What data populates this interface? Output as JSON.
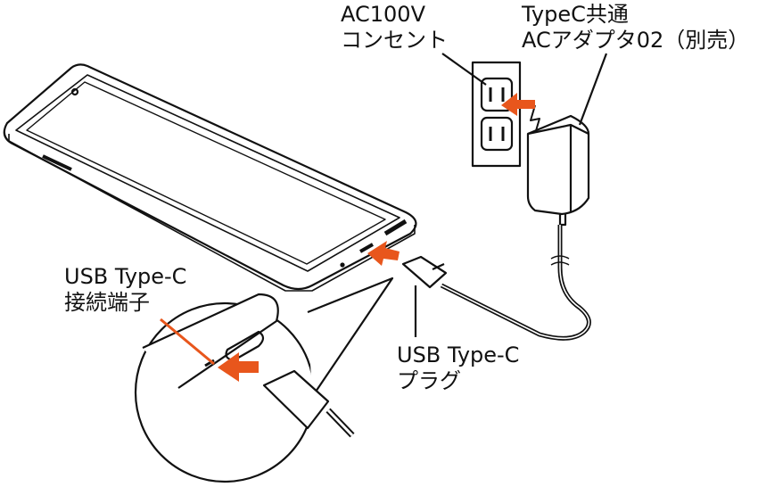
{
  "labels": {
    "outlet_line1": "AC100V",
    "outlet_line2": "コンセント",
    "adapter_line1": "TypeC共通",
    "adapter_line2": "ACアダプタ02（別売）",
    "port_line1": "USB Type-C",
    "port_line2": "接続端子",
    "plug_line1": "USB Type-C",
    "plug_line2": "プラグ"
  },
  "colors": {
    "arrow": "#e8561c",
    "line": "#111111"
  }
}
